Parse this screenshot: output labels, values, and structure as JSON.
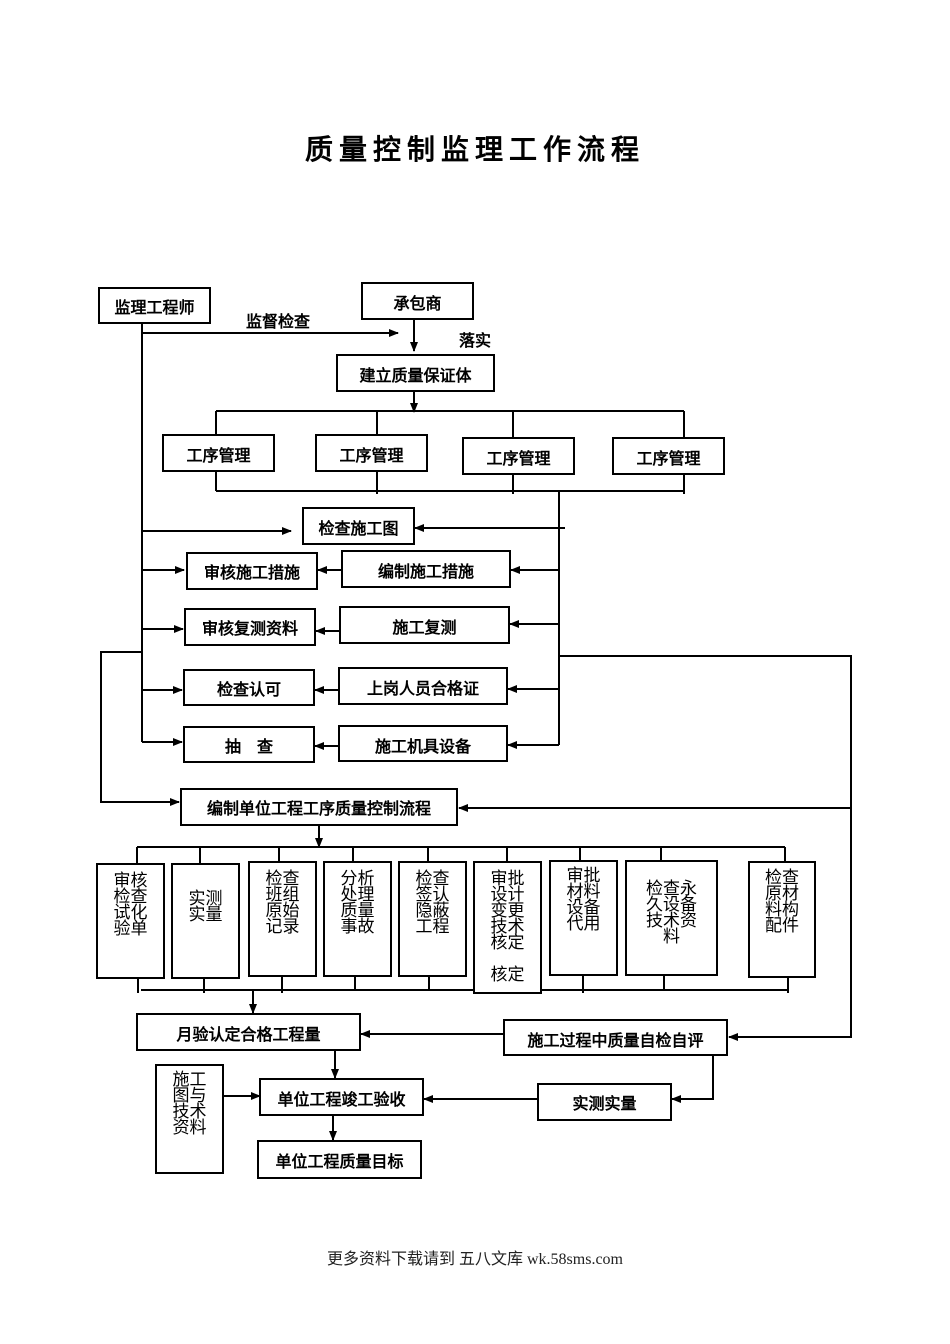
{
  "title": "质量控制监理工作流程",
  "nodes": {
    "supervisor": "监理工程师",
    "contractor": "承包商",
    "qa_system": "建立质量保证体",
    "process_mgmt": [
      "工序管理",
      "工序管理",
      "工序管理",
      "工序管理"
    ],
    "check_drawings": "检查施工图",
    "review_measures": "审核施工措施",
    "prepare_measures": "编制施工措施",
    "review_resurvey": "审核复测资料",
    "resurvey": "施工复测",
    "check_approve": "检查认可",
    "staff_certs": "上岗人员合格证",
    "spot_check": "抽　查",
    "equipment": "施工机具设备",
    "unit_flow": "编制单位工程工序质量控制流程",
    "detail_items": [
      "审核\n检查\n试化\n验单",
      "实测\n实量",
      "检查\n班组\n原始\n记录",
      "分析\n处理\n质量\n事故",
      "检查\n签认\n隐蔽\n工程",
      "审批\n设计\n变更\n技术\n核定\n\n核定",
      "审批\n材料\n设备\n代用",
      "检查永\n久设备\n技术资\n料",
      "检查\n原材\n料构\n配件"
    ],
    "monthly_accept": "月验认定合格工程量",
    "self_check": "施工过程中质量自检自评",
    "tech_docs": "施工\n图与\n技术\n资料",
    "completion_accept": "单位工程竣工验收",
    "measure_bottom": "实测实量",
    "quality_target": "单位工程质量目标"
  },
  "edge_labels": {
    "supervise": "监督检查",
    "implement": "落实"
  },
  "footer": "更多资料下载请到 五八文库 wk.58sms.com"
}
